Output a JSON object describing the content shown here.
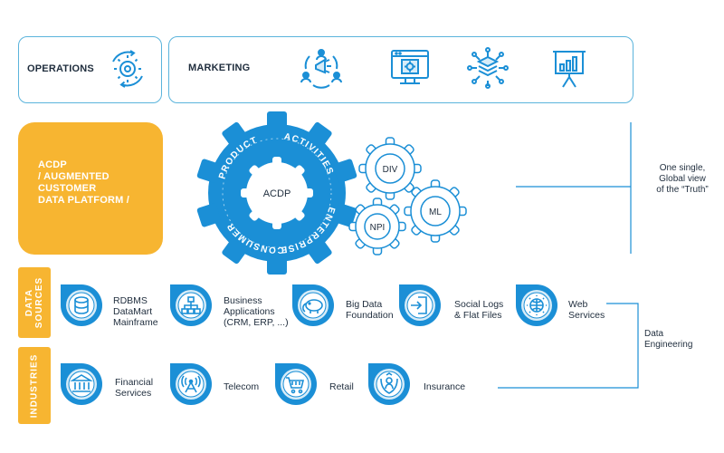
{
  "top": {
    "operations_label": "OPERATIONS",
    "marketing_label": "MARKETING",
    "operations_icon": "gear-cycle-icon",
    "marketing_icons": [
      "team-megaphone-icon",
      "web-settings-icon",
      "data-layers-icon",
      "presentation-chart-icon"
    ]
  },
  "platform": {
    "title": "ACDP\n/ AUGMENTED\nCUSTOMER\nDATA PLATFORM /",
    "center_label": "ACDP",
    "ring_words": [
      "ENTERPRISE",
      "CONSUMER",
      "PRODUCT",
      "ACTIVITIES"
    ],
    "satellites": [
      "DIV",
      "ML",
      "NPI"
    ],
    "side_label": "One single,\nGlobal view\nof the “Truth”"
  },
  "data_sources": {
    "tab_label": "DATA\nSOURCES",
    "items": [
      {
        "label": "RDBMS\nDataMart\nMainframe",
        "icon": "database-icon"
      },
      {
        "label": "Business\nApplications\n(CRM, ERP, ...)",
        "icon": "org-chart-icon"
      },
      {
        "label": "Big Data\nFoundation",
        "icon": "hadoop-elephant-icon"
      },
      {
        "label": "Social Logs\n& Flat Files",
        "icon": "login-arrow-icon"
      },
      {
        "label": "Web\nServices",
        "icon": "globe-gear-icon"
      }
    ]
  },
  "industries": {
    "tab_label": "INDUSTRIES",
    "items": [
      {
        "label": "Financial\nServices",
        "icon": "bank-icon"
      },
      {
        "label": "Telecom",
        "icon": "antenna-icon"
      },
      {
        "label": "Retail",
        "icon": "shopping-cart-icon"
      },
      {
        "label": "Insurance",
        "icon": "protected-person-icon"
      }
    ]
  },
  "side_engineering_label": "Data\nEngineering",
  "colors": {
    "accent": "#1b8fd6",
    "orange": "#f7b531",
    "border": "#5bb4dc",
    "icon_fill": "#d7ecf8"
  }
}
